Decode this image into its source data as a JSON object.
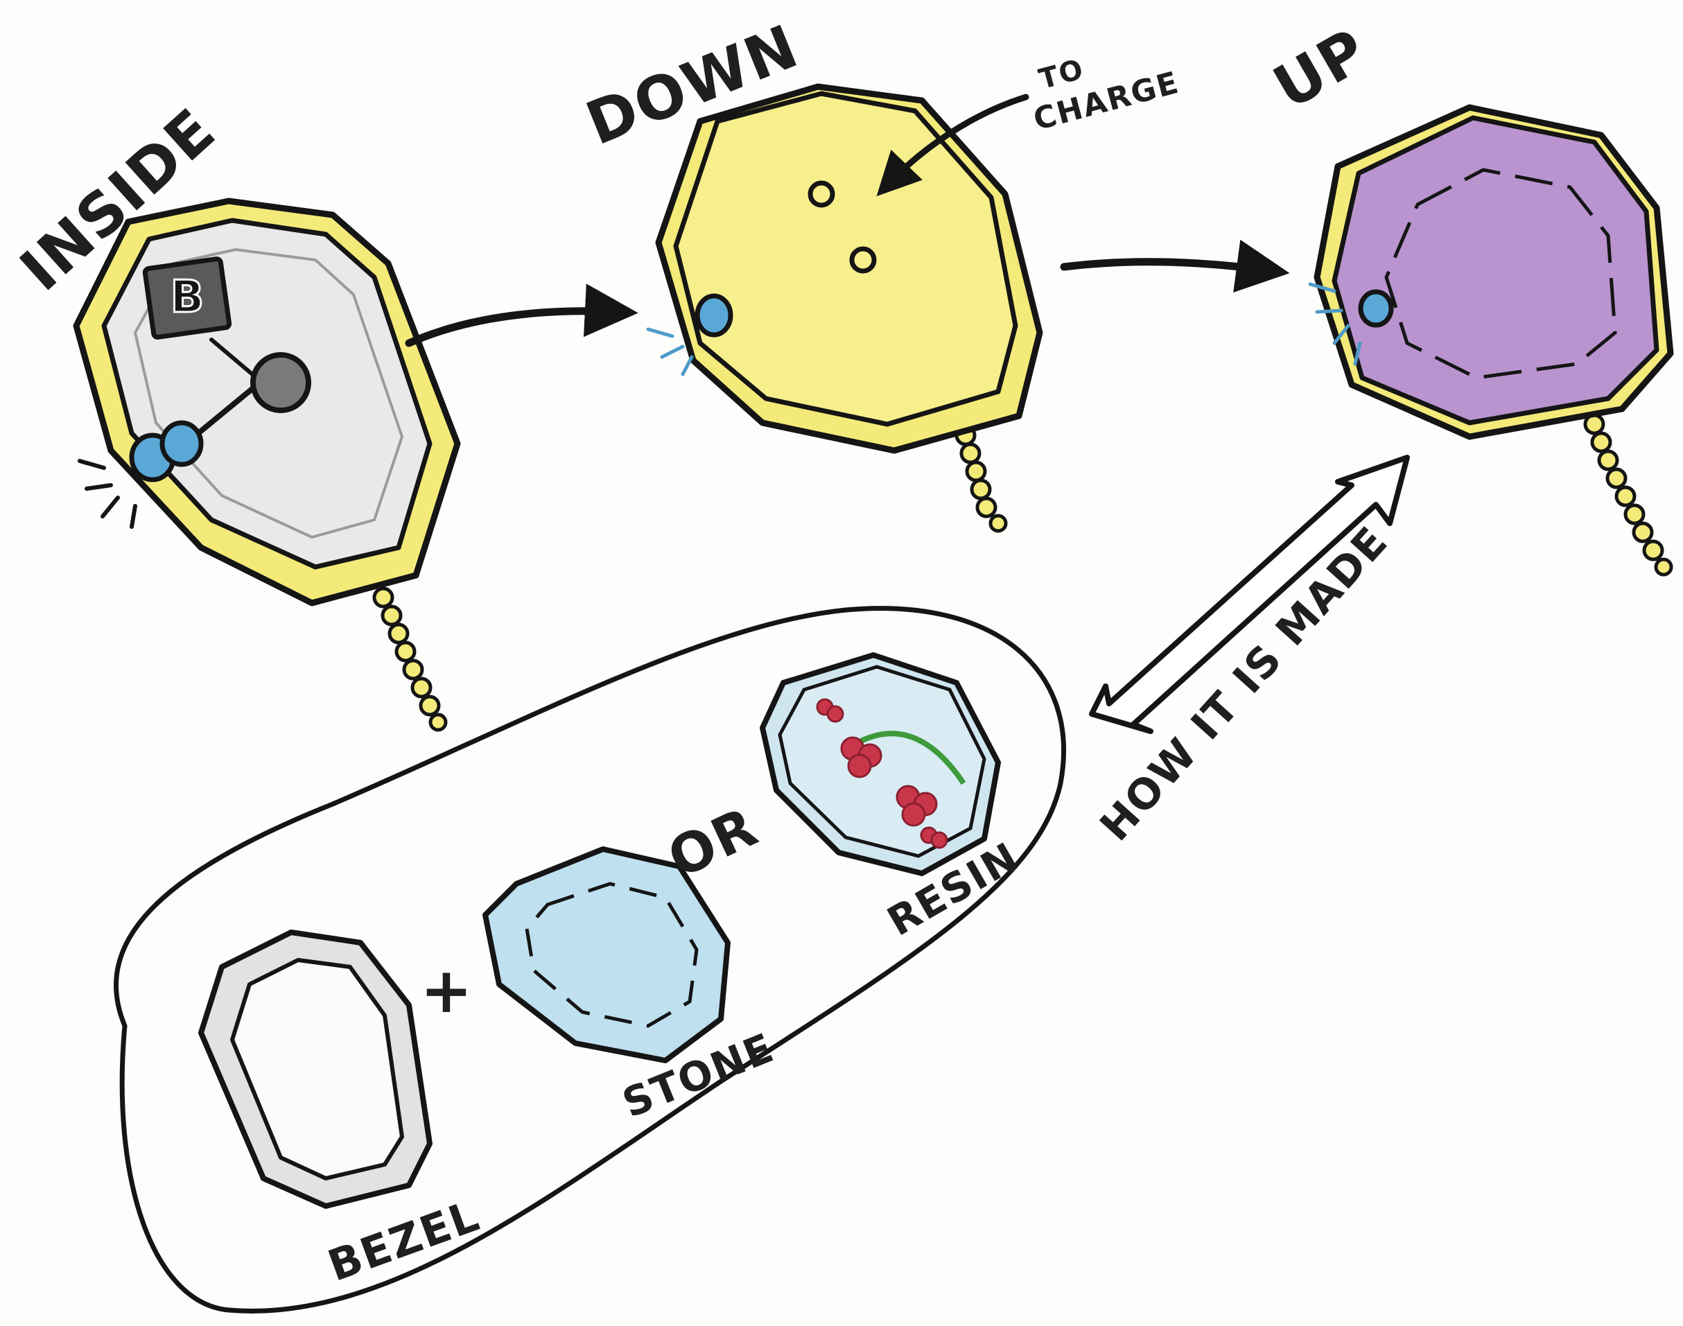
{
  "labels": {
    "inside": "INSIDE",
    "down": "DOWN",
    "to_charge_line1": "TO",
    "to_charge_line2": "CHARGE",
    "up": "UP",
    "how_it_is_made": "HOW IT IS MADE",
    "bezel": "BEZEL",
    "stone": "STONE",
    "or": "OR",
    "resin": "RESIN",
    "chip": "B",
    "plus": "+"
  },
  "colors": {
    "yellow_body": "#f4ea7a",
    "yellow_face": "#f7ef8c",
    "purple_stone": "#b994cf",
    "blue_stone": "#bfe0ee",
    "grey_metal": "#e6e6e6",
    "button_blue": "#5aa8d6",
    "flower_red": "#c9364a",
    "stem_green": "#3f9a3c"
  }
}
